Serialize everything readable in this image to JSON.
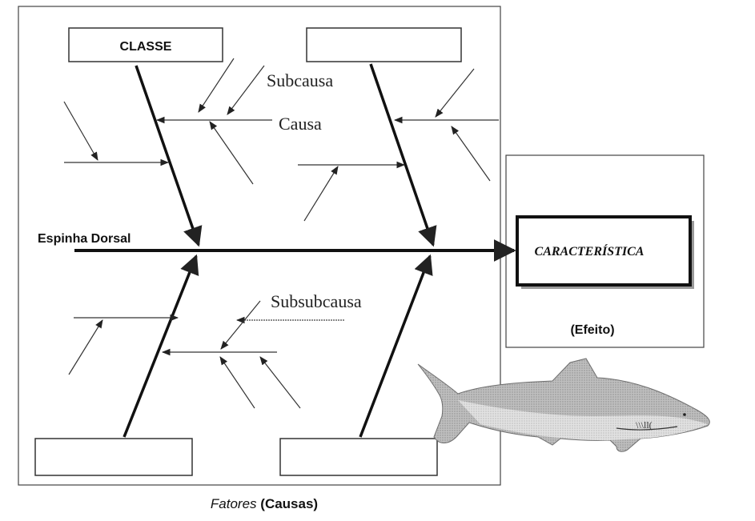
{
  "backbone_label": "Espinha Dorsal",
  "class_label": "CLASSE",
  "subcause_label": "Subcausa",
  "cause_label": "Causa",
  "subsubcause_label": "Subsubcausa",
  "effect_box_label": "CARACTERÍSTICA",
  "effect_caption": "(Efeito)",
  "shark_tail_marks": "\\\\\\ll(",
  "footer": {
    "factors": "Fatores",
    "causes": "(Causas)"
  }
}
